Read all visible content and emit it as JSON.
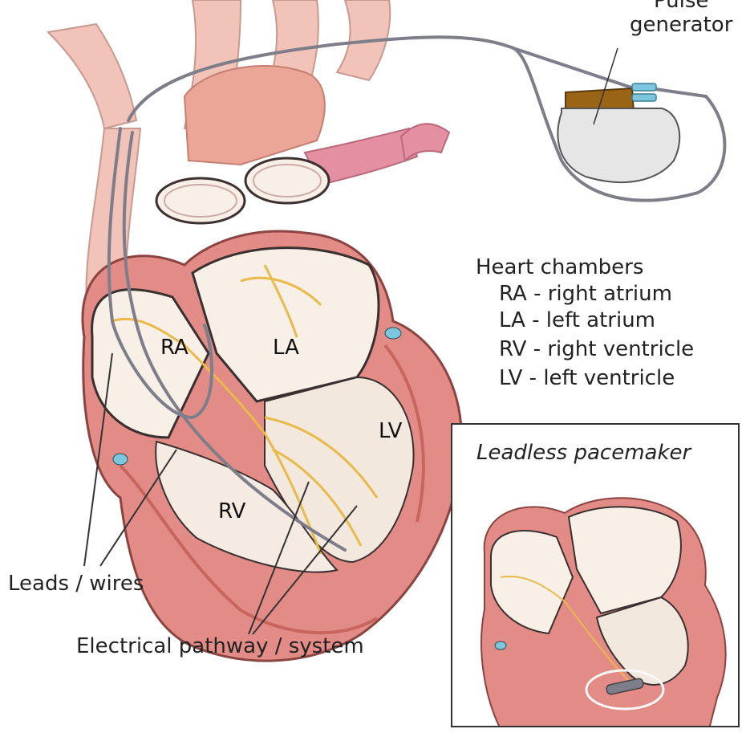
{
  "generator": {
    "label_line1": "Pulse",
    "label_line2": "generator"
  },
  "chambers": {
    "ra": "RA",
    "la": "LA",
    "rv": "RV",
    "lv": "LV"
  },
  "legend": {
    "title": "Heart chambers",
    "items": [
      "RA - right atrium",
      "LA - left atrium",
      "RV - right ventricle",
      "LV - left ventricle"
    ]
  },
  "callouts": {
    "leads": "Leads / wires",
    "electrical": "Electrical pathway / system"
  },
  "inset": {
    "title": "Leadless pacemaker"
  },
  "colors": {
    "muscle": "#e38b86",
    "muscle_dark": "#c8655f",
    "vessel": "#f2c3b8",
    "chamber_fill": "#f8efe6",
    "conduction": "#e9b94a",
    "lead": "#7e7e8a",
    "device_brown": "#9a6416",
    "device_body": "#e6e6e6",
    "connector_blue": "#7cc6e0"
  }
}
